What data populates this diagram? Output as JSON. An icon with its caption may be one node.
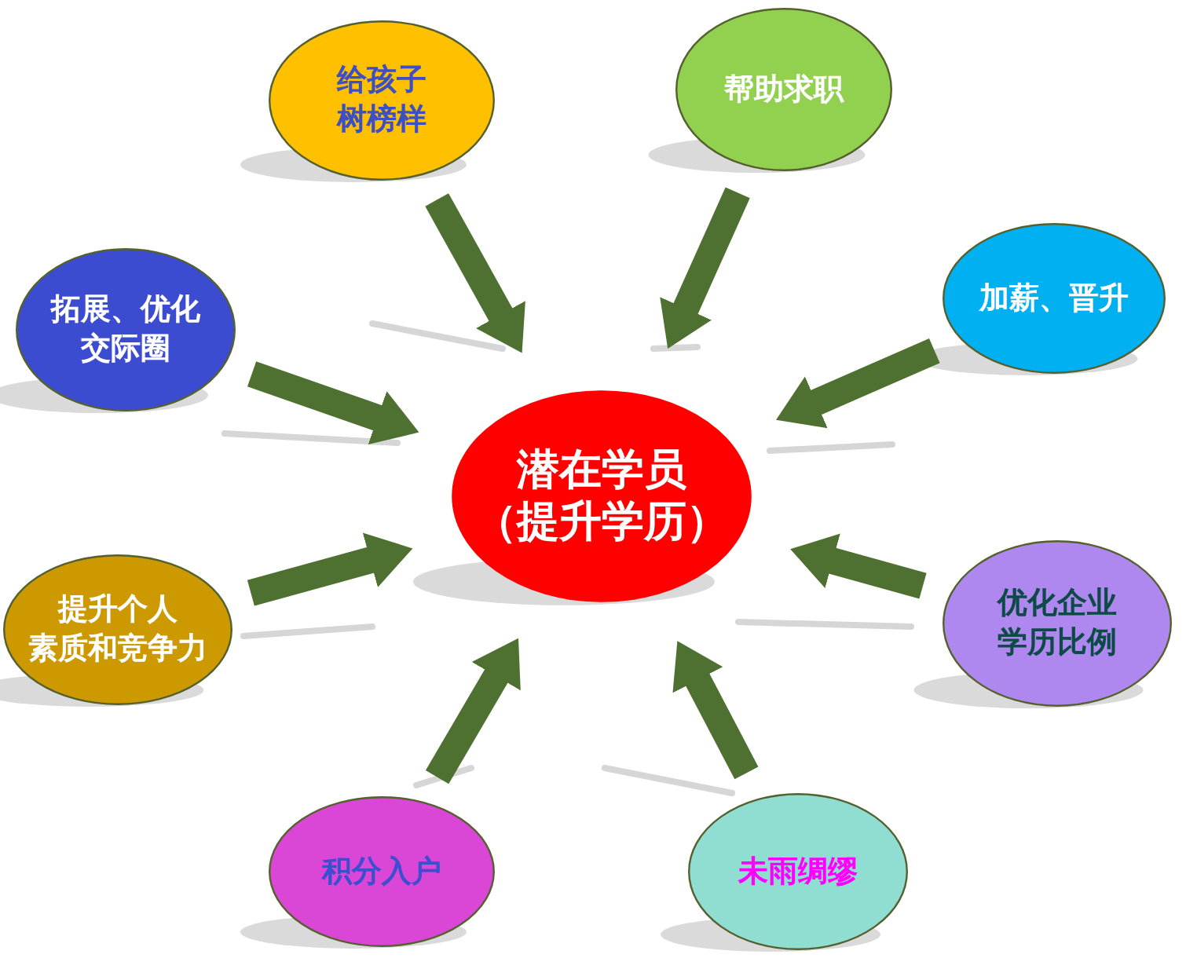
{
  "diagram": {
    "nodes": [
      {
        "text": [
          "给孩子树榜样"
        ]
      },
      {
        "text": [
          "帮助求职"
        ]
      },
      {
        "text": [
          "拓展、优化交际圈"
        ]
      },
      {
        "text": [
          "加薪、晋升"
        ]
      },
      {
        "text": [
          "潜在学员（提升学历）"
        ]
      },
      {
        "text": [
          "提升个人素质和竞争力"
        ]
      },
      {
        "text": [
          "优化企业学历比例"
        ]
      },
      {
        "text": [
          "积分入户"
        ]
      },
      {
        "text": [
          "未雨绸缪"
        ]
      }
    ],
    "edges": [
      {
        "from": 0,
        "to": 4,
        "arrow": "to"
      },
      {
        "from": 1,
        "to": 4,
        "arrow": "to"
      },
      {
        "from": 2,
        "to": 4,
        "arrow": "to"
      },
      {
        "from": 3,
        "to": 4,
        "arrow": "to"
      },
      {
        "from": 5,
        "to": 4,
        "arrow": "to"
      },
      {
        "from": 6,
        "to": 4,
        "arrow": "to"
      },
      {
        "from": 7,
        "to": 4,
        "arrow": "to"
      },
      {
        "from": 8,
        "to": 4,
        "arrow": "to"
      }
    ]
  }
}
